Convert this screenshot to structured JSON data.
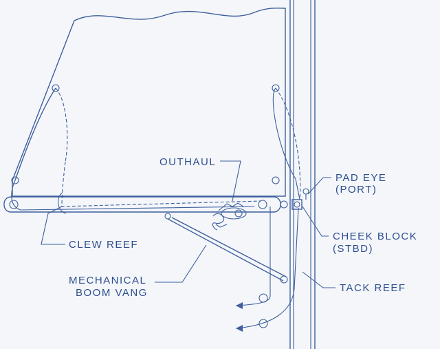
{
  "labels": {
    "outhaul": "OUTHAUL",
    "pad_eye": "PAD EYE",
    "pad_eye_side": "(PORT)",
    "clew_reef": "CLEW REEF",
    "cheek_block": "CHEEK BLOCK",
    "cheek_block_side": "(STBD)",
    "mechanical": "MECHANICAL",
    "boom_vang": "BOOM VANG",
    "tack_reef": "TACK REEF"
  },
  "colors": {
    "ink": "#3d5f9b",
    "paper": "#f4f6fa"
  }
}
